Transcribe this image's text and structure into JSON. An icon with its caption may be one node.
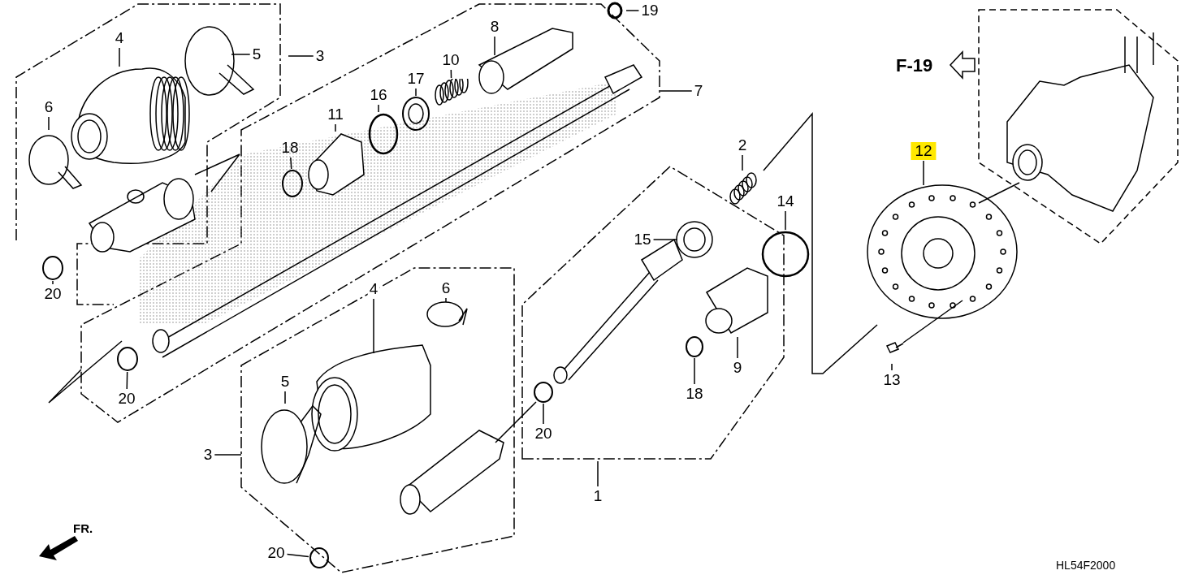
{
  "diagram": {
    "nodes": [
      {
        "text": [
          "4"
        ]
      },
      {
        "text": [
          "5"
        ]
      },
      {
        "text": [
          "3"
        ]
      },
      {
        "text": [
          "6"
        ]
      },
      {
        "text": [
          "8"
        ]
      },
      {
        "text": [
          "10"
        ]
      },
      {
        "text": [
          "17"
        ]
      },
      {
        "text": [
          "16"
        ]
      },
      {
        "text": [
          "11"
        ]
      },
      {
        "text": [
          "18"
        ]
      },
      {
        "text": [
          "7"
        ]
      },
      {
        "text": [
          "19"
        ]
      },
      {
        "text": [
          "20"
        ]
      },
      {
        "text": [
          "2"
        ]
      },
      {
        "text": [
          "14"
        ]
      },
      {
        "text": [
          "15"
        ]
      },
      {
        "text": [
          "12"
        ]
      },
      {
        "text": [
          "13"
        ]
      },
      {
        "text": [
          "6"
        ]
      },
      {
        "text": [
          "4"
        ]
      },
      {
        "text": [
          "20"
        ]
      },
      {
        "text": [
          "5"
        ]
      },
      {
        "text": [
          "18"
        ]
      },
      {
        "text": [
          "9"
        ]
      },
      {
        "text": [
          "3"
        ]
      },
      {
        "text": [
          "20"
        ]
      },
      {
        "text": [
          "1"
        ]
      },
      {
        "text": [
          "20"
        ]
      },
      {
        "text": [],
        "shape": "circle"
      },
      {
        "text": [],
        "shape": "picture"
      },
      {
        "text": [],
        "shape": "circle"
      },
      {
        "text": [],
        "shape": "circle"
      },
      {
        "text": [],
        "shape": "circle"
      },
      {
        "text": [],
        "shape": "circle"
      },
      {
        "text": [],
        "shape": "circle"
      }
    ],
    "edges": [
      {
        "from": 0,
        "to": null,
        "arrow": "none"
      },
      {
        "from": 1,
        "to": null,
        "arrow": "none"
      },
      {
        "from": 2,
        "to": null,
        "arrow": "none"
      },
      {
        "from": 3,
        "to": null,
        "arrow": "none"
      },
      {
        "from": 4,
        "to": null,
        "arrow": "none"
      },
      {
        "from": 5,
        "to": 29,
        "arrow": "none"
      },
      {
        "from": 6,
        "to": null,
        "arrow": "none"
      },
      {
        "from": 7,
        "to": null,
        "arrow": "none"
      },
      {
        "from": 8,
        "to": null,
        "arrow": "none"
      },
      {
        "from": 9,
        "to": 28,
        "arrow": "none"
      },
      {
        "from": 10,
        "to": null,
        "arrow": "none"
      },
      {
        "from": 11,
        "to": null,
        "arrow": "none"
      },
      {
        "from": 12,
        "to": 30,
        "arrow": "none"
      },
      {
        "from": 13,
        "to": null,
        "arrow": "none"
      },
      {
        "from": 14,
        "to": null,
        "arrow": "none"
      },
      {
        "from": 15,
        "to": null,
        "arrow": "none"
      },
      {
        "from": 16,
        "to": null,
        "arrow": "none"
      },
      {
        "from": 17,
        "to": null,
        "arrow": "none"
      },
      {
        "from": 18,
        "to": null,
        "arrow": "none"
      },
      {
        "from": 19,
        "to": null,
        "arrow": "none"
      },
      {
        "from": 20,
        "to": 31,
        "arrow": "none"
      },
      {
        "from": 21,
        "to": null,
        "arrow": "none"
      },
      {
        "from": 22,
        "to": 32,
        "arrow": "none"
      },
      {
        "from": 23,
        "to": null,
        "arrow": "none"
      },
      {
        "from": 24,
        "to": null,
        "arrow": "none"
      },
      {
        "from": 25,
        "to": 33,
        "arrow": "none"
      },
      {
        "from": 26,
        "to": null,
        "arrow": "none"
      },
      {
        "from": 27,
        "to": 34,
        "arrow": "none"
      }
    ],
    "labels": [
      "F-19",
      "FR.",
      "HL54F2000"
    ]
  }
}
